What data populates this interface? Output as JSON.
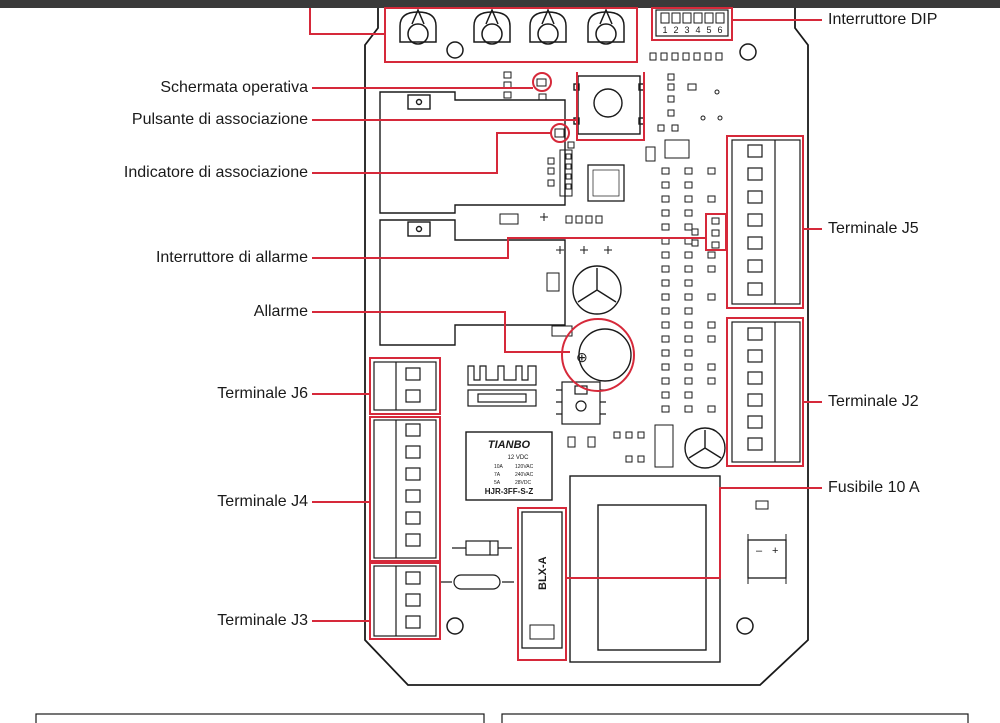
{
  "labels": {
    "dip_switch": "Interruttore DIP",
    "operating_screen": "Schermata operativa",
    "pairing_button": "Pulsante di associazione",
    "pairing_indicator": "Indicatore di associazione",
    "alarm_switch": "Interruttore di allarme",
    "alarm": "Allarme",
    "terminal_j6": "Terminale J6",
    "terminal_j4": "Terminale J4",
    "terminal_j3": "Terminale J3",
    "terminal_j5": "Terminale J5",
    "terminal_j2": "Terminale J2",
    "fuse": "Fusibile 10 A"
  },
  "board_text": {
    "dip_numbers": [
      "1",
      "2",
      "3",
      "4",
      "5",
      "6"
    ],
    "relay_brand": "TIANBO",
    "relay_voltage": "12 VDC",
    "relay_rating_1a": "10A",
    "relay_rating_1b": "120VAC",
    "relay_rating_2a": "7A",
    "relay_rating_2b": "240VAC",
    "relay_rating_3a": "5A",
    "relay_rating_3b": "28VDC",
    "relay_model": "HJR-3FF-S-Z",
    "fuse_holder": "BLX-A",
    "rectifier_minus": "–",
    "rectifier_plus": "+",
    "buzzer_plus": "⊕"
  },
  "colors": {
    "highlight": "#d6293a",
    "outline": "#1a1a1a",
    "top_bar": "#3a3a3a"
  }
}
